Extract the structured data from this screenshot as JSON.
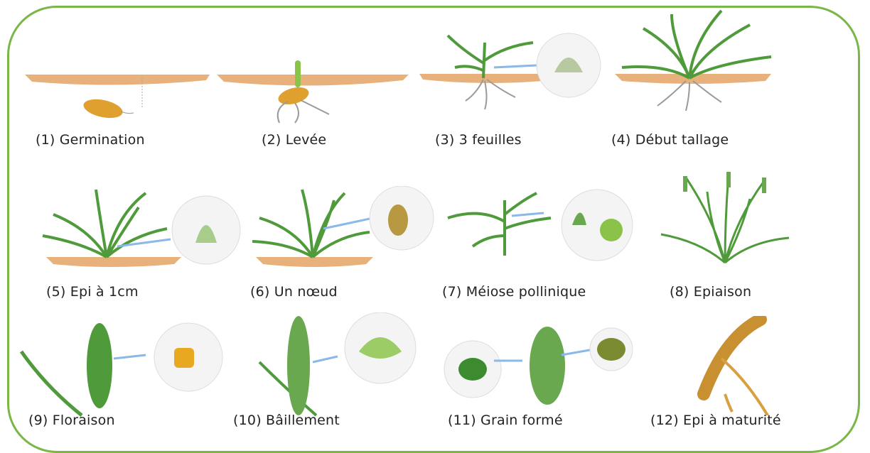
{
  "colors": {
    "frame": "#7ab648",
    "leaf": "#4f9a3a",
    "leaf_dark": "#2f6f25",
    "soil": "#e8b07a",
    "root": "#9a9a9a",
    "seed": "#e0a030",
    "ripe": "#c89030",
    "arrow": "#8ab8e8"
  },
  "stages": [
    {
      "label": "(1) Germination"
    },
    {
      "label": "(2) Levée"
    },
    {
      "label": "(3) 3 feuilles"
    },
    {
      "label": "(4) Début tallage"
    },
    {
      "label": "(5) Epi à 1cm"
    },
    {
      "label": "(6) Un nœud"
    },
    {
      "label": "(7) Méiose pollinique"
    },
    {
      "label": "(8) Epiaison"
    },
    {
      "label": "(9) Floraison"
    },
    {
      "label": "(10) Bâillement"
    },
    {
      "label": "(11) Grain formé"
    },
    {
      "label": "(12) Epi à maturité"
    }
  ]
}
